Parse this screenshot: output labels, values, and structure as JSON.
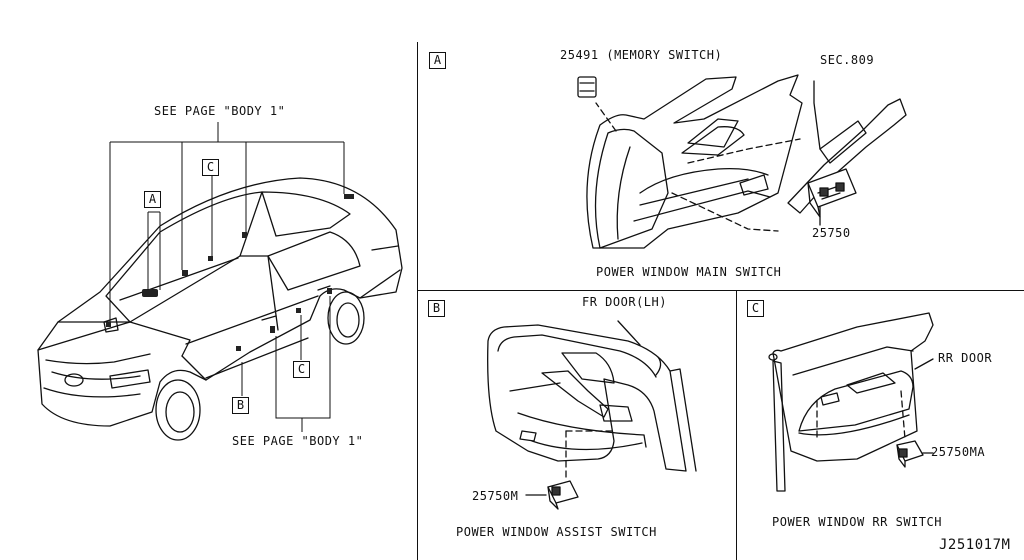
{
  "main": {
    "see_page_top": "SEE PAGE \"BODY 1\"",
    "see_page_bottom": "SEE PAGE \"BODY 1\"",
    "callouts": [
      "A",
      "B",
      "C",
      "C"
    ]
  },
  "panel_a": {
    "letter": "A",
    "memory_switch": "25491 (MEMORY SWITCH)",
    "sec": "SEC.809",
    "part": "25750",
    "caption": "POWER WINDOW MAIN SWITCH"
  },
  "panel_b": {
    "letter": "B",
    "door": "FR DOOR(LH)",
    "part": "25750M",
    "caption": "POWER WINDOW ASSIST SWITCH"
  },
  "panel_c": {
    "letter": "C",
    "door": "RR DOOR",
    "part": "25750MA",
    "caption": "POWER WINDOW RR SWITCH"
  },
  "diagram_id": "J251017M"
}
